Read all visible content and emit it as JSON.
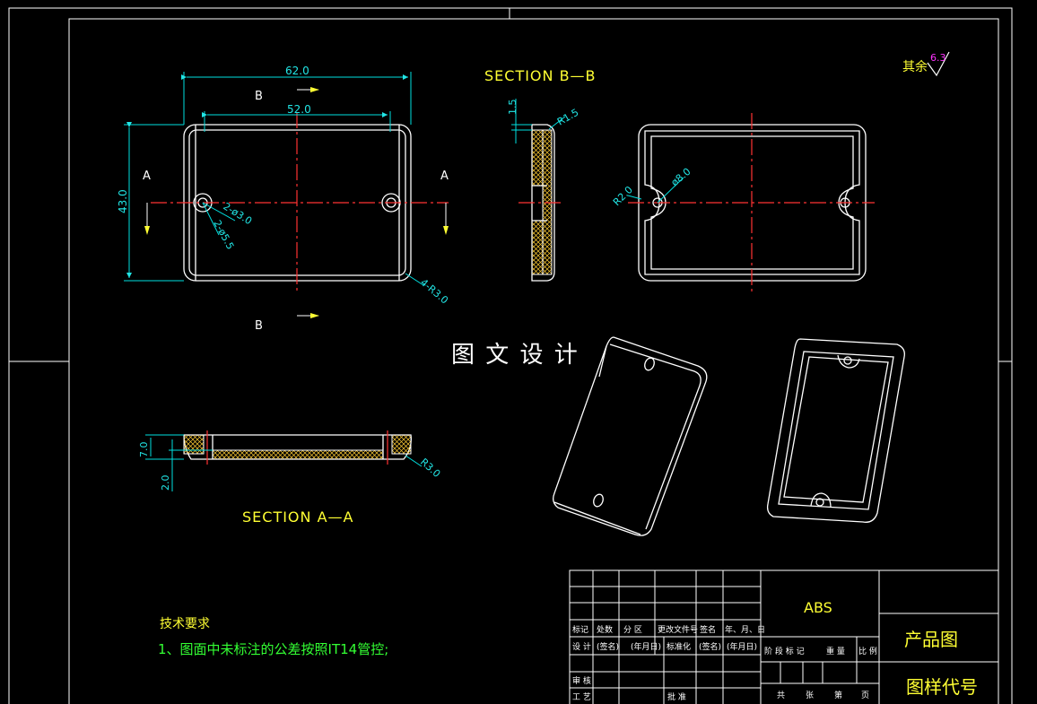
{
  "drawing": {
    "watermark": "图 文 设 计",
    "roughness": {
      "prefix": "其余",
      "value": "6.3"
    },
    "sections": {
      "bb": "SECTION  B—B",
      "aa": "SECTION  A—A"
    },
    "plan_view": {
      "cut_labels": {
        "a_left": "A",
        "a_right": "A",
        "b_top": "B",
        "b_bottom": "B"
      },
      "dims": {
        "overall_width": "62.0",
        "inner_width": "52.0",
        "overall_height": "43.0",
        "hole_small": "2-ø3.0",
        "hole_large": "2-ø5.5",
        "corner_radius": "4-R3.0"
      }
    },
    "section_bb_dims": {
      "lip": "1.5",
      "fillet": "R1.5"
    },
    "bottom_view_dims": {
      "radius": "R2.0",
      "dia": "ø8.0"
    },
    "section_aa_dims": {
      "height": "7.0",
      "base": "2.0",
      "radius": "R3.0"
    },
    "tech_notes": {
      "title": "技术要求",
      "line1": "1、图面中未标注的公差按照IT14管控;"
    }
  },
  "title_block": {
    "material": "ABS",
    "part_name": "产品图",
    "drawing_code": "图样代号",
    "rev_headers": [
      "标记",
      "处数",
      "分 区",
      "更改文件号",
      "签名",
      "年、月、日"
    ],
    "design_row": [
      "设 计",
      "(签名)",
      "(年月日)",
      "标准化",
      "(签名)",
      "(年月日)"
    ],
    "review_label": "审 核",
    "process_label": "工 艺",
    "approve_label": "批 准",
    "stage_headers": [
      "阶 段 标 记",
      "重 量",
      "比 例"
    ],
    "sheet_row": [
      "共",
      "张",
      "第",
      "页"
    ]
  },
  "colors": {
    "background": "#000000",
    "outline": "#ffffff",
    "dimension": "#00e0e0",
    "centerline": "#ff3333",
    "section_hatch": "#ffff00",
    "notes": "#33ff33"
  }
}
